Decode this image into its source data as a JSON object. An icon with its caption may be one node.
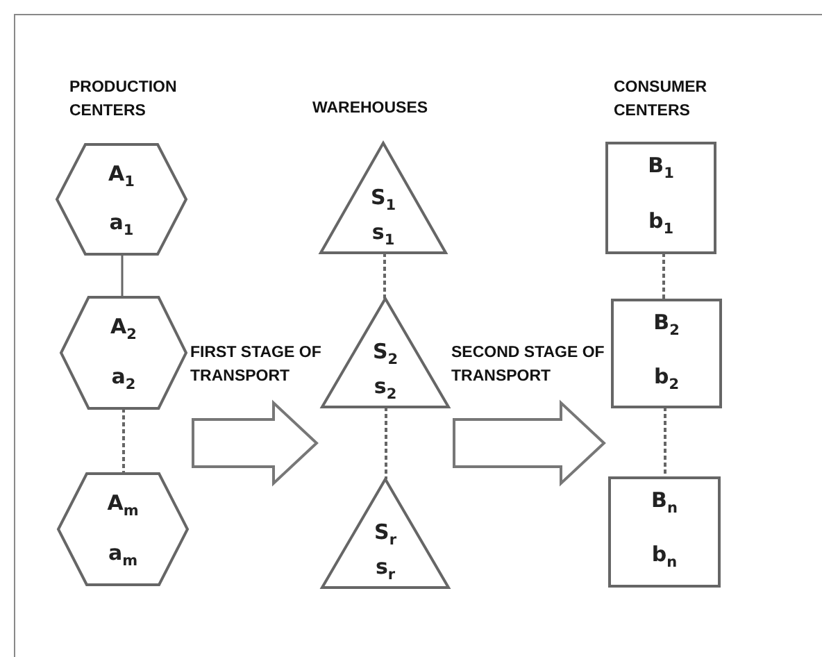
{
  "diagram": {
    "nodes": [
      {
        "text": [
          "A$_{1}$",
          "a$_{1}$"
        ]
      },
      {
        "text": [
          "A$_{2}$",
          "a$_{2}$"
        ]
      },
      {
        "text": [
          "A$_{m}$",
          "a$_{m}$"
        ]
      },
      {
        "text": [
          "S$_{1}$",
          "s$_{1}$"
        ]
      },
      {
        "text": [
          "S$_{2}$",
          "s$_{2}$"
        ]
      },
      {
        "text": [
          "S$_{r}$",
          "s$_{r}$"
        ]
      },
      {
        "text": [
          "B$_{1}$",
          "b$_{1}$"
        ]
      },
      {
        "text": [
          "B$_{2}$",
          "b$_{2}$"
        ]
      },
      {
        "text": [
          "B$_{n}$",
          "b$_{n}$"
        ]
      }
    ],
    "edges": [
      {
        "from": 0,
        "to": 1,
        "arrow": "none"
      },
      {
        "from": 1,
        "to": 2,
        "arrow": "none",
        "style": "dashed"
      },
      {
        "from": 3,
        "to": 4,
        "arrow": "none",
        "style": "dashed"
      },
      {
        "from": 4,
        "to": 5,
        "arrow": "none",
        "style": "dashed"
      },
      {
        "from": 6,
        "to": 7,
        "arrow": "none",
        "style": "dashed"
      },
      {
        "from": 7,
        "to": 8,
        "arrow": "none",
        "style": "dashed"
      },
      {
        "from": 2,
        "to": 4,
        "arrow": "to",
        "style": "thick",
        "label": "FIRST STAGE OF TRANSPORT"
      },
      {
        "from": 4,
        "to": 8,
        "arrow": "to",
        "style": "thick",
        "label": "SECOND STAGE OF TRANSPORT"
      }
    ],
    "labels": [
      "PRODUCTION CENTERS",
      "WAREHOUSES",
      "CONSUMER CENTERS"
    ]
  }
}
